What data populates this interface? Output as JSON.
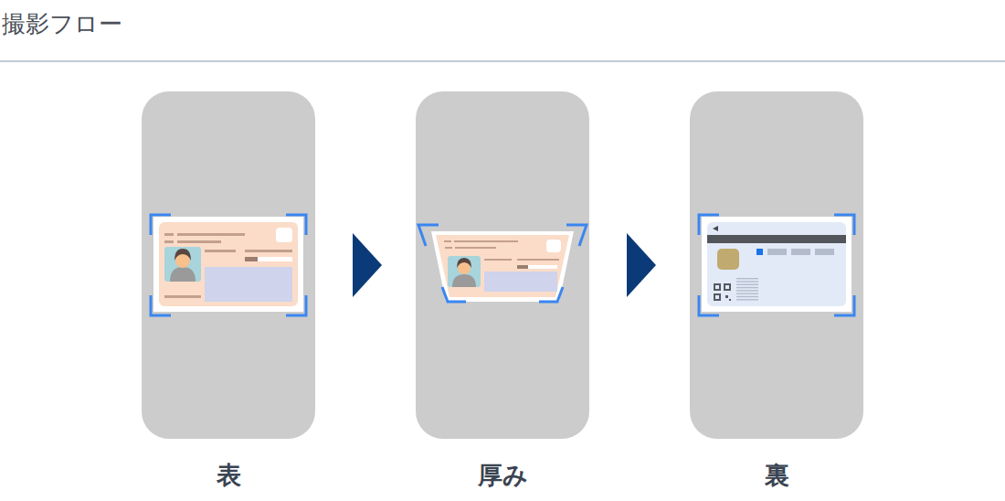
{
  "diagram": {
    "title": "撮影フロー",
    "nodes": [
      {
        "text": [
          "表"
        ]
      },
      {
        "text": [
          "厚み"
        ]
      },
      {
        "text": [
          "裏"
        ]
      }
    ],
    "edges": [
      {
        "from": 0,
        "to": 1,
        "arrow": "to"
      },
      {
        "from": 1,
        "to": 2,
        "arrow": "to"
      }
    ]
  }
}
